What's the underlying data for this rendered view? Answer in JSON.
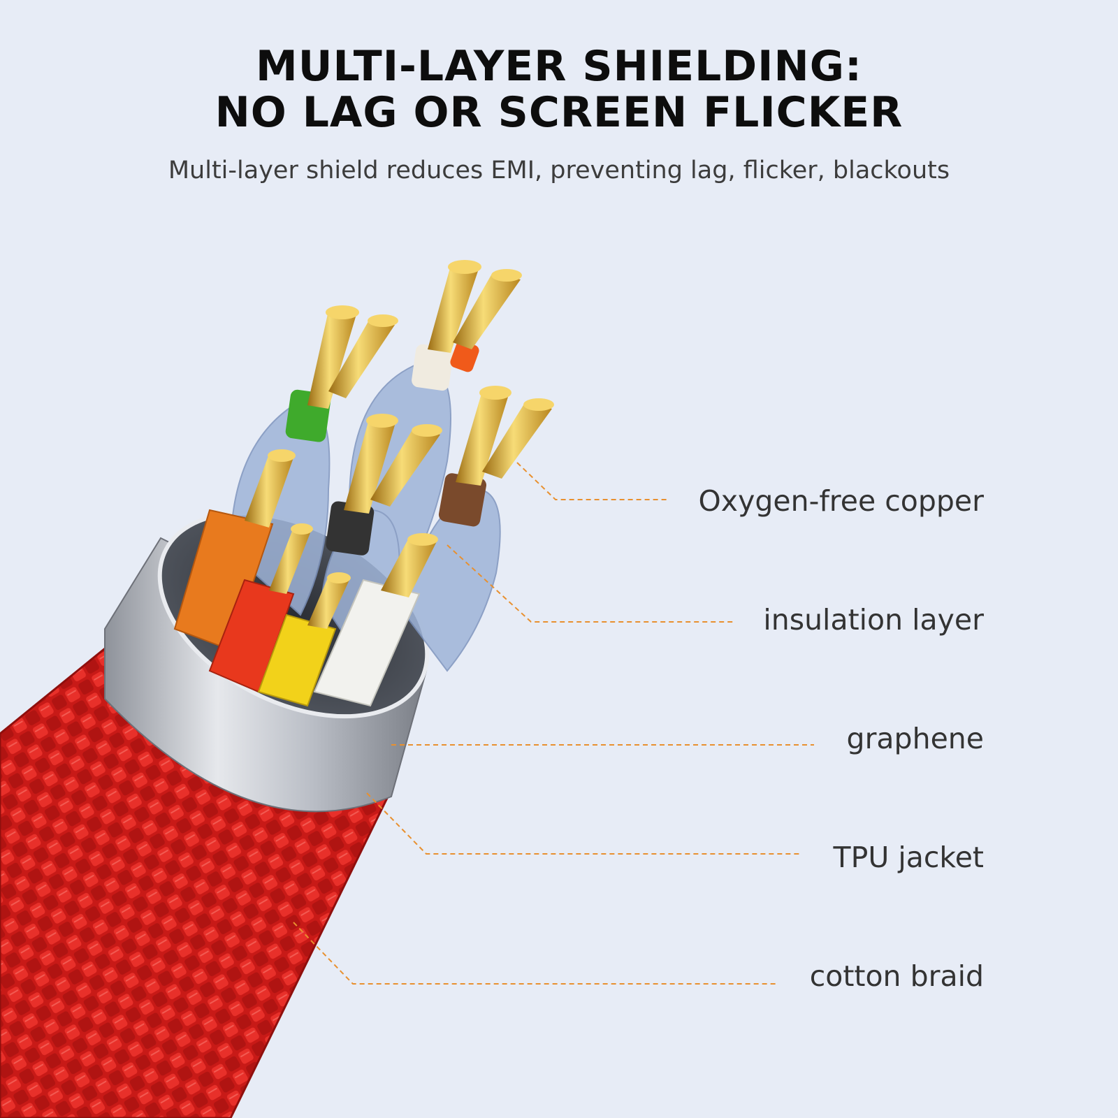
{
  "headline": {
    "line1": "MULTI-LAYER SHIELDING:",
    "line2": "NO LAG OR SCREEN FLICKER"
  },
  "subtitle": "Multi-layer shield reduces EMI, preventing lag, flicker, blackouts",
  "callouts": [
    {
      "label": "Oxygen-free copper"
    },
    {
      "label": "insulation layer"
    },
    {
      "label": "graphene"
    },
    {
      "label": "TPU jacket"
    },
    {
      "label": "cotton braid"
    }
  ],
  "colors": {
    "background": "#e7ecf6",
    "leader_line": "#e8902f",
    "braid": "#d9201c",
    "shield": "#c9ccd3",
    "copper": "#e3b63a",
    "insulation": "#9fb4d8"
  },
  "core_colors": [
    "#e87a1e",
    "#e8381d",
    "#f2d21a",
    "#f2f2ee",
    "#333333",
    "#7a4a2c",
    "#3faa2c",
    "#f0ebe0",
    "#f05a1a"
  ]
}
